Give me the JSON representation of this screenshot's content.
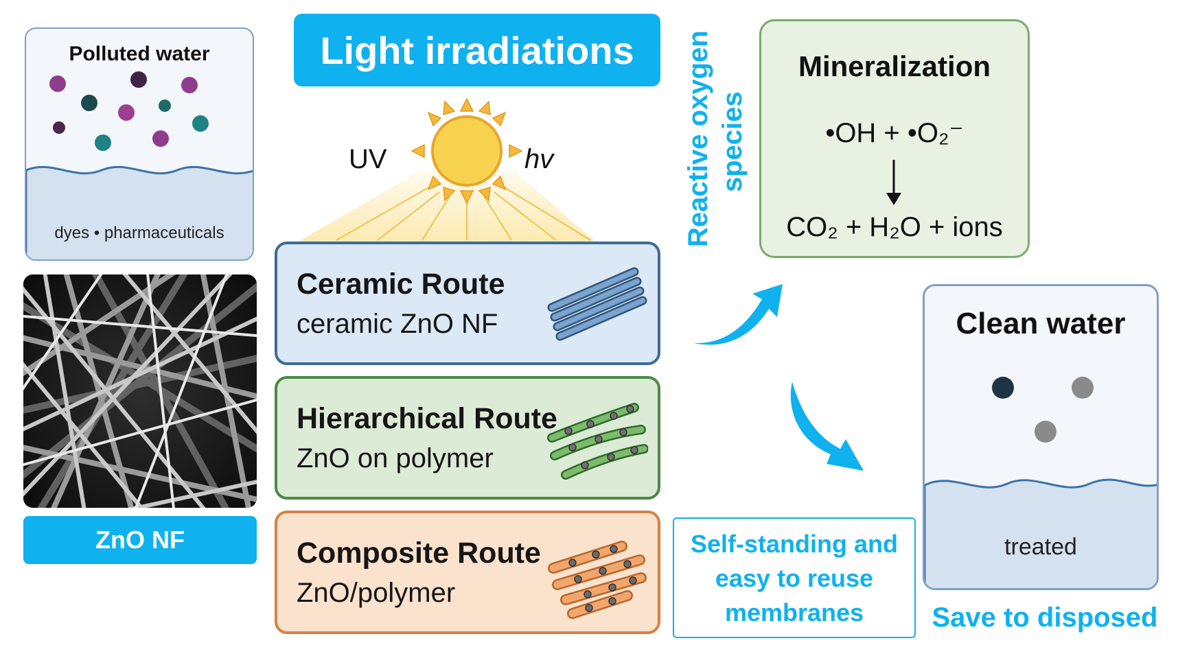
{
  "polluted_water": {
    "title": "Polluted water",
    "caption": "dyes • pharmaceuticals"
  },
  "zno_nf": {
    "label": "ZnO NF"
  },
  "light": {
    "header": "Light irradiations",
    "uv_label": "UV",
    "hv_label": "hv"
  },
  "routes": [
    {
      "title": "Ceramic Route",
      "subtitle": "ceramic ZnO NF"
    },
    {
      "title": "Hierarchical Route",
      "subtitle": "ZnO on polymer"
    },
    {
      "title": "Composite Route",
      "subtitle": "ZnO/polymer"
    }
  ],
  "reactive_oxygen": {
    "line1": "Reactive oxygen",
    "line2": "species"
  },
  "mineralization": {
    "title": "Mineralization",
    "reactants": "•OH + •O₂⁻",
    "products": "CO₂ + H₂O + ions"
  },
  "self_standing": {
    "line1": "Self-standing and",
    "line2": "easy to reuse",
    "line3": "membranes"
  },
  "clean_water": {
    "title": "Clean water",
    "caption": "treated"
  },
  "save_label": "Save to disposed",
  "colors": {
    "accent": "#0fb1ee",
    "ceramic": "#dbe8f5",
    "hierarchical": "#dcebd5",
    "composite": "#fbe2cd",
    "mineral": "#e8f1e2"
  }
}
